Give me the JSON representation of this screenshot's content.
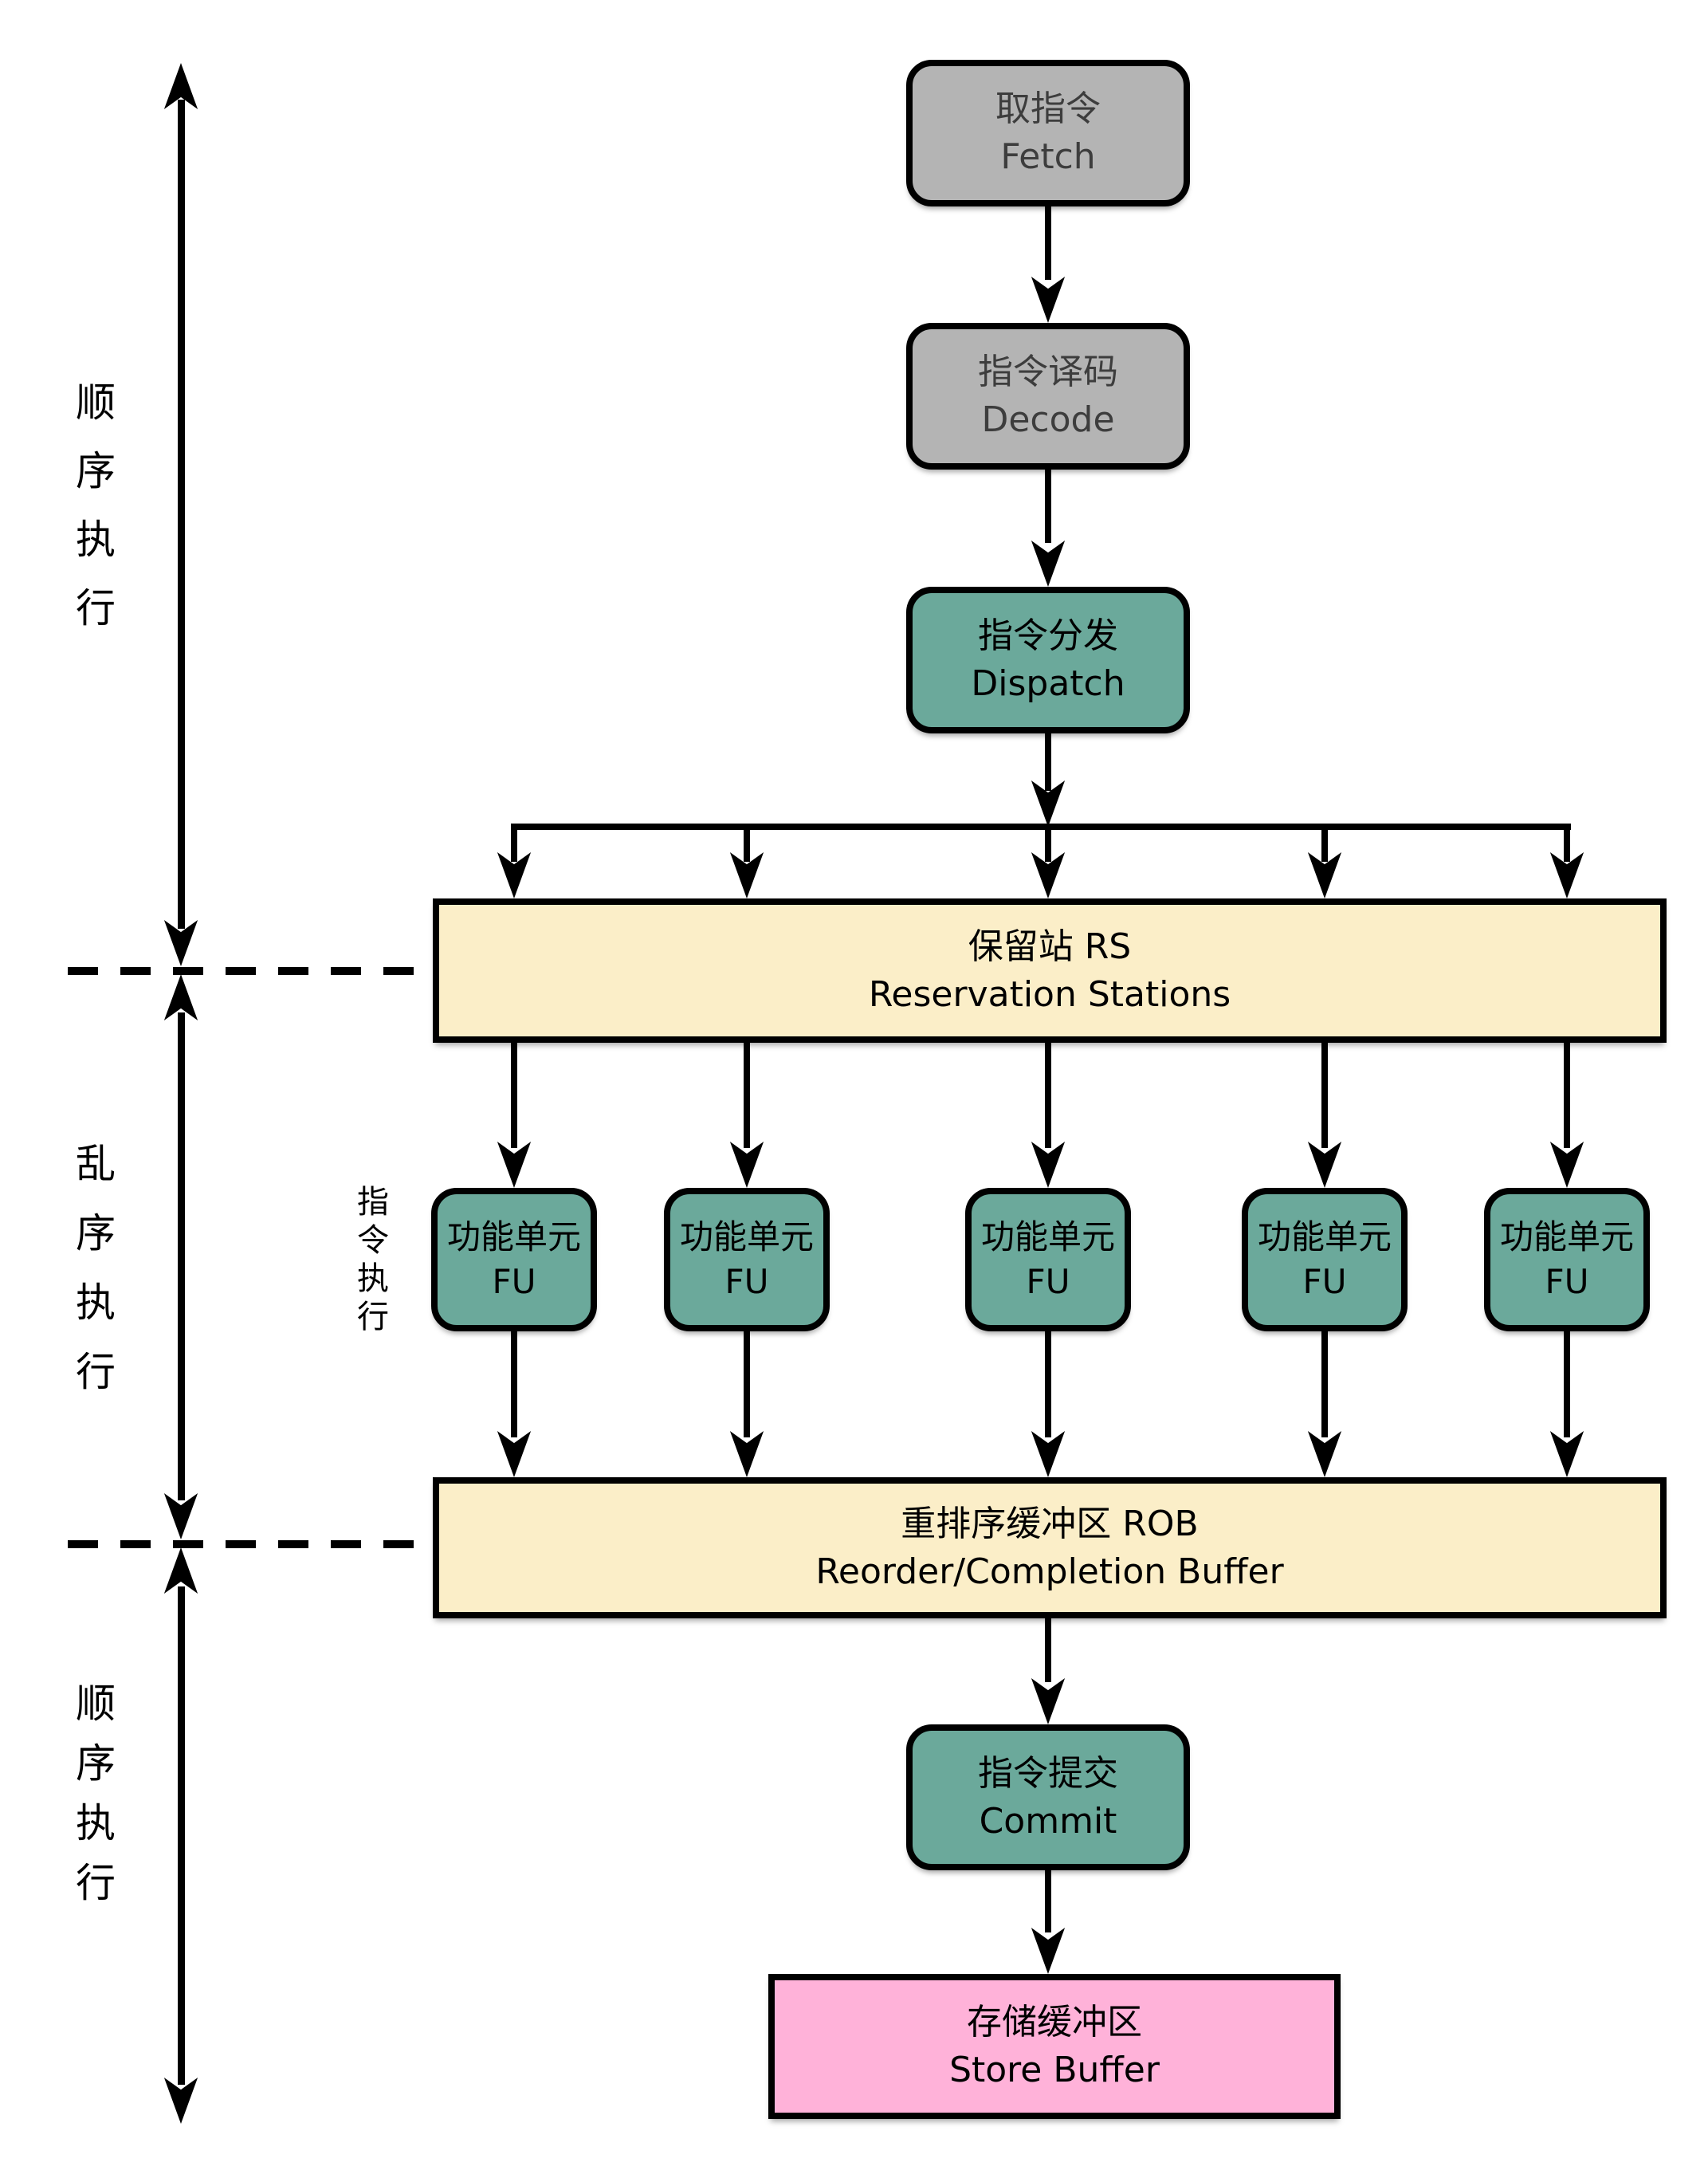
{
  "nodes": {
    "fetch": {
      "zh": "取指令",
      "en": "Fetch"
    },
    "decode": {
      "zh": "指令译码",
      "en": "Decode"
    },
    "dispatch": {
      "zh": "指令分发",
      "en": "Dispatch"
    },
    "reservation_stations": {
      "zh": "保留站 RS",
      "en": "Reservation Stations"
    },
    "rob": {
      "zh": "重排序缓冲区 ROB",
      "en": "Reorder/Completion Buffer"
    },
    "commit": {
      "zh": "指令提交",
      "en": "Commit"
    },
    "store_buffer": {
      "zh": "存储缓冲区",
      "en": "Store Buffer"
    }
  },
  "fu_units": [
    {
      "zh": "功能单元",
      "en": "FU"
    },
    {
      "zh": "功能单元",
      "en": "FU"
    },
    {
      "zh": "功能单元",
      "en": "FU"
    },
    {
      "zh": "功能单元",
      "en": "FU"
    },
    {
      "zh": "功能单元",
      "en": "FU"
    }
  ],
  "side_labels": {
    "in_order_top": "顺序执行",
    "out_of_order": "乱序执行",
    "in_order_bottom": "顺序执行",
    "execution": "指令执行"
  },
  "colors": {
    "stage_gray": "#b4b4b4",
    "stage_teal": "#6ba99b",
    "buffer_cream": "#fbeec8",
    "store_pink": "#ffb2d9",
    "line": "#000000"
  }
}
